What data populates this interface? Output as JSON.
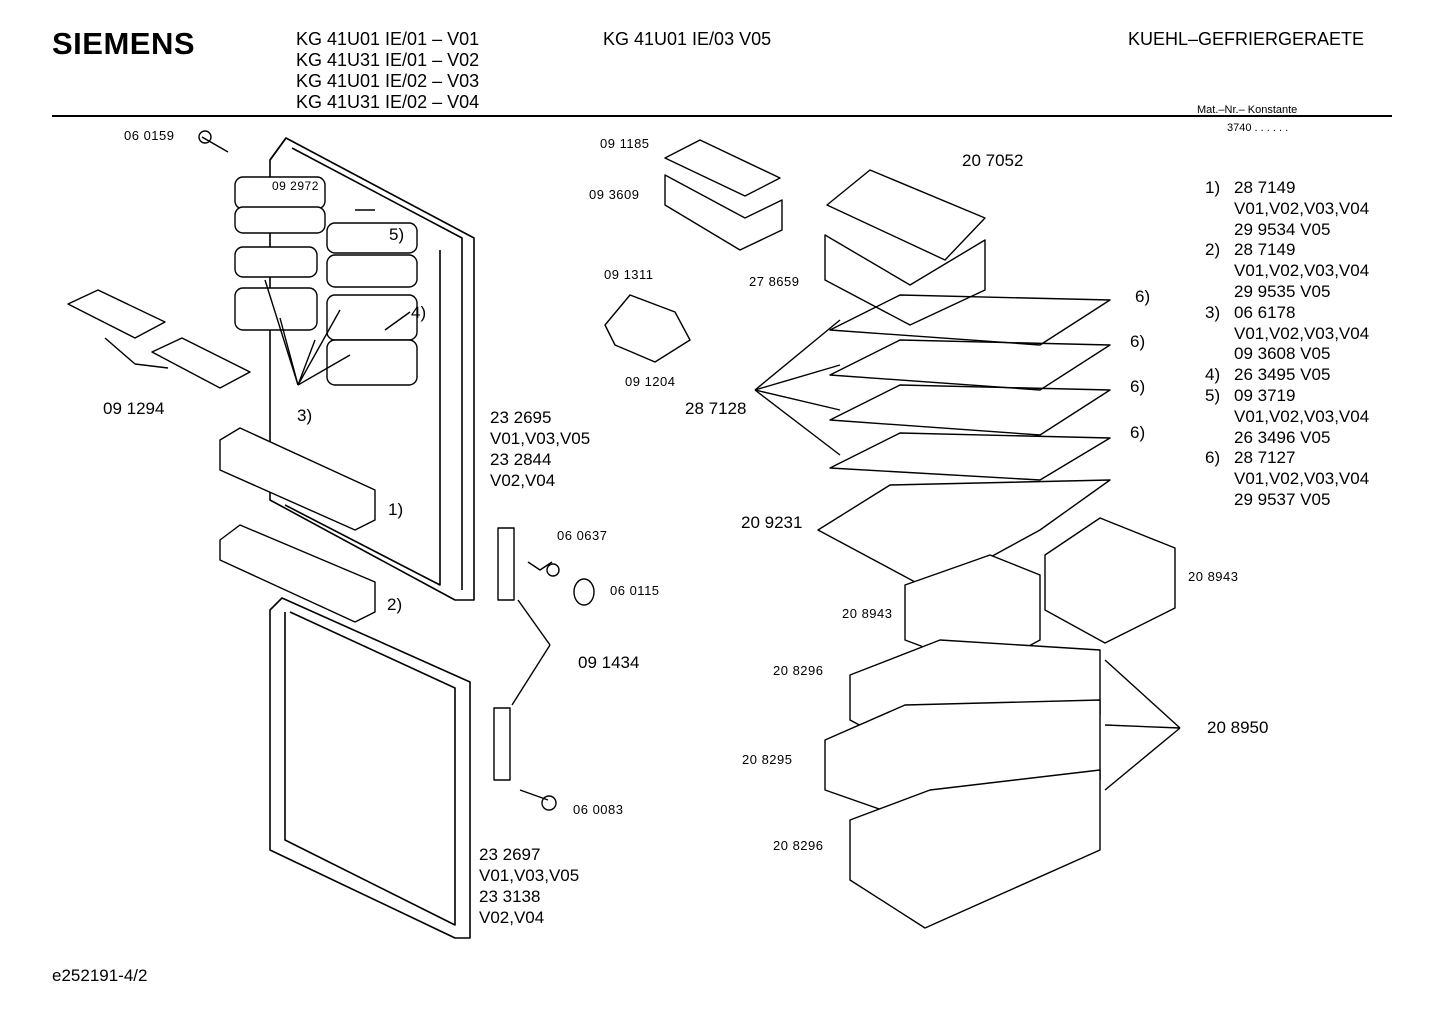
{
  "header": {
    "brand": "SIEMENS",
    "models_left": [
      "KG 41U01 IE/01 – V01",
      "KG 41U31 IE/01 – V02",
      "KG 41U01 IE/02 – V03",
      "KG 41U31 IE/02 – V04"
    ],
    "model_right": "KG 41U01 IE/03 V05",
    "category": "KUEHL–GEFRIERGERAETE",
    "mat_label": "Mat.–Nr.– Konstante",
    "mat_value": "3740 . . . . . ."
  },
  "parts": {
    "p060159": "06 0159",
    "p092972": "09 2972",
    "p091294": "09 1294",
    "p091185": "09 1185",
    "p093609": "09 3609",
    "p278659": "27 8659",
    "p091311": "09 1311",
    "p091204": "09 1204",
    "p207052": "20 7052",
    "p287128": "28 7128",
    "p209231": "20 9231",
    "p208943a": "20 8943",
    "p208943b": "20 8943",
    "p208296a": "20 8296",
    "p208295": "20 8295",
    "p208296b": "20 8296",
    "p208950": "20 8950",
    "p060637": "06 0637",
    "p060115": "06 0115",
    "p091434": "09 1434",
    "p060083": "06 0083",
    "door_upper": [
      "23 2695",
      "V01,V03,V05",
      "23 2844",
      "V02,V04"
    ],
    "door_lower": [
      "23 2697",
      "V01,V03,V05",
      "23 3138",
      "V02,V04"
    ]
  },
  "callouts": {
    "c1": "1)",
    "c2": "2)",
    "c3": "3)",
    "c4": "4)",
    "c5": "5)",
    "c6a": "6)",
    "c6b": "6)",
    "c6c": "6)",
    "c6d": "6)"
  },
  "legend": [
    {
      "num": "1)",
      "lines": [
        "28 7149",
        "V01,V02,V03,V04",
        "29 9534 V05"
      ]
    },
    {
      "num": "2)",
      "lines": [
        "28 7149",
        "V01,V02,V03,V04",
        "29 9535 V05"
      ]
    },
    {
      "num": "3)",
      "lines": [
        "06 6178",
        "V01,V02,V03,V04",
        "09 3608 V05"
      ]
    },
    {
      "num": "4)",
      "lines": [
        "26 3495 V05"
      ]
    },
    {
      "num": "5)",
      "lines": [
        "09 3719",
        "V01,V02,V03,V04",
        "26 3496 V05"
      ]
    },
    {
      "num": "6)",
      "lines": [
        "28 7127",
        "V01,V02,V03,V04",
        "29 9537 V05"
      ]
    }
  ],
  "footer": "e252191-4/2"
}
